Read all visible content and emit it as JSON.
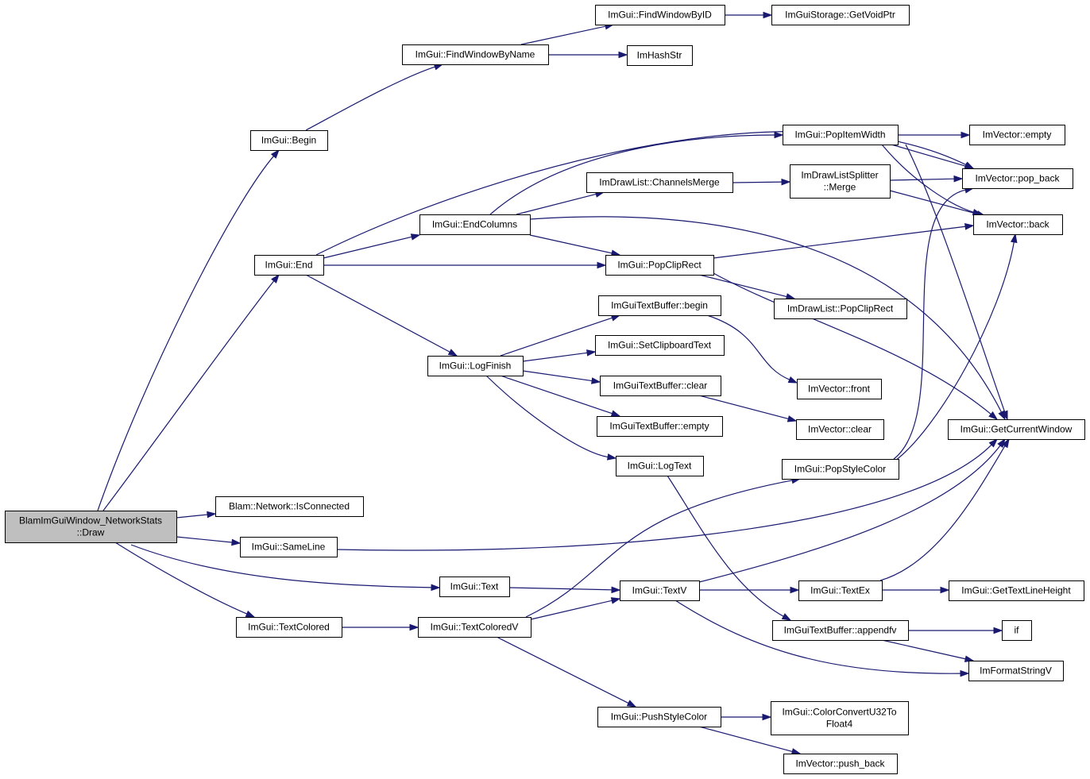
{
  "colors": {
    "edge": "#191970",
    "node_border": "#000000",
    "root_fill": "#bfbfbf",
    "node_fill": "#ffffff"
  },
  "nodes": [
    {
      "id": "draw",
      "lines": [
        "BlamImGuiWindow_NetworkStats",
        "::Draw"
      ],
      "root": true
    },
    {
      "id": "begin",
      "lines": [
        "ImGui::Begin"
      ]
    },
    {
      "id": "findwindowbyname",
      "lines": [
        "ImGui::FindWindowByName"
      ]
    },
    {
      "id": "findwindowbyid",
      "lines": [
        "ImGui::FindWindowByID"
      ]
    },
    {
      "id": "getvoidptr",
      "lines": [
        "ImGuiStorage::GetVoidPtr"
      ]
    },
    {
      "id": "imhashstr",
      "lines": [
        "ImHashStr"
      ]
    },
    {
      "id": "end",
      "lines": [
        "ImGui::End"
      ]
    },
    {
      "id": "endcolumns",
      "lines": [
        "ImGui::EndColumns"
      ]
    },
    {
      "id": "channelsmerge",
      "lines": [
        "ImDrawList::ChannelsMerge"
      ]
    },
    {
      "id": "splittermerge",
      "lines": [
        "ImDrawListSplitter",
        "::Merge"
      ]
    },
    {
      "id": "popitemwidth",
      "lines": [
        "ImGui::PopItemWidth"
      ]
    },
    {
      "id": "vecempty",
      "lines": [
        "ImVector::empty"
      ]
    },
    {
      "id": "popback",
      "lines": [
        "ImVector::pop_back"
      ]
    },
    {
      "id": "vecback",
      "lines": [
        "ImVector::back"
      ]
    },
    {
      "id": "popcliprect",
      "lines": [
        "ImGui::PopClipRect"
      ]
    },
    {
      "id": "dlpopcliprect",
      "lines": [
        "ImDrawList::PopClipRect"
      ]
    },
    {
      "id": "tbbegin",
      "lines": [
        "ImGuiTextBuffer::begin"
      ]
    },
    {
      "id": "setclipboard",
      "lines": [
        "ImGui::SetClipboardText"
      ]
    },
    {
      "id": "logfinish",
      "lines": [
        "ImGui::LogFinish"
      ]
    },
    {
      "id": "tbclear",
      "lines": [
        "ImGuiTextBuffer::clear"
      ]
    },
    {
      "id": "tbempty",
      "lines": [
        "ImGuiTextBuffer::empty"
      ]
    },
    {
      "id": "vecfront",
      "lines": [
        "ImVector::front"
      ]
    },
    {
      "id": "vecclear",
      "lines": [
        "ImVector::clear"
      ]
    },
    {
      "id": "getcurrentwindow",
      "lines": [
        "ImGui::GetCurrentWindow"
      ]
    },
    {
      "id": "logtext",
      "lines": [
        "ImGui::LogText"
      ]
    },
    {
      "id": "popstylecolor",
      "lines": [
        "ImGui::PopStyleColor"
      ]
    },
    {
      "id": "isconnected",
      "lines": [
        "Blam::Network::IsConnected"
      ]
    },
    {
      "id": "sameline",
      "lines": [
        "ImGui::SameLine"
      ]
    },
    {
      "id": "text",
      "lines": [
        "ImGui::Text"
      ]
    },
    {
      "id": "textv",
      "lines": [
        "ImGui::TextV"
      ]
    },
    {
      "id": "textex",
      "lines": [
        "ImGui::TextEx"
      ]
    },
    {
      "id": "gettextlineheight",
      "lines": [
        "ImGui::GetTextLineHeight"
      ]
    },
    {
      "id": "textcolored",
      "lines": [
        "ImGui::TextColored"
      ]
    },
    {
      "id": "textcoloredv",
      "lines": [
        "ImGui::TextColoredV"
      ]
    },
    {
      "id": "appendfv",
      "lines": [
        "ImGuiTextBuffer::appendfv"
      ]
    },
    {
      "id": "if",
      "lines": [
        "if"
      ]
    },
    {
      "id": "imformatstringv",
      "lines": [
        "ImFormatStringV"
      ]
    },
    {
      "id": "pushstylecolor",
      "lines": [
        "ImGui::PushStyleColor"
      ]
    },
    {
      "id": "colorconvert",
      "lines": [
        "ImGui::ColorConvertU32To",
        "Float4"
      ]
    },
    {
      "id": "pushback",
      "lines": [
        "ImVector::push_back"
      ]
    }
  ],
  "edges": [
    [
      "draw",
      "begin"
    ],
    [
      "draw",
      "end"
    ],
    [
      "draw",
      "isconnected"
    ],
    [
      "draw",
      "sameline"
    ],
    [
      "draw",
      "text"
    ],
    [
      "draw",
      "textcolored"
    ],
    [
      "begin",
      "findwindowbyname"
    ],
    [
      "findwindowbyname",
      "findwindowbyid"
    ],
    [
      "findwindowbyname",
      "imhashstr"
    ],
    [
      "findwindowbyid",
      "getvoidptr"
    ],
    [
      "end",
      "endcolumns"
    ],
    [
      "end",
      "popcliprect"
    ],
    [
      "end",
      "logfinish"
    ],
    [
      "end",
      "popback"
    ],
    [
      "endcolumns",
      "channelsmerge"
    ],
    [
      "endcolumns",
      "popitemwidth"
    ],
    [
      "endcolumns",
      "popcliprect"
    ],
    [
      "endcolumns",
      "getcurrentwindow"
    ],
    [
      "channelsmerge",
      "splittermerge"
    ],
    [
      "splittermerge",
      "popback"
    ],
    [
      "splittermerge",
      "vecback"
    ],
    [
      "popitemwidth",
      "vecempty"
    ],
    [
      "popitemwidth",
      "popback"
    ],
    [
      "popitemwidth",
      "vecback"
    ],
    [
      "popitemwidth",
      "getcurrentwindow"
    ],
    [
      "popcliprect",
      "vecback"
    ],
    [
      "popcliprect",
      "dlpopcliprect"
    ],
    [
      "popcliprect",
      "getcurrentwindow"
    ],
    [
      "logfinish",
      "tbbegin"
    ],
    [
      "logfinish",
      "setclipboard"
    ],
    [
      "logfinish",
      "tbclear"
    ],
    [
      "logfinish",
      "tbempty"
    ],
    [
      "logfinish",
      "logtext"
    ],
    [
      "tbbegin",
      "vecfront"
    ],
    [
      "tbclear",
      "vecclear"
    ],
    [
      "logtext",
      "appendfv"
    ],
    [
      "popstylecolor",
      "popback"
    ],
    [
      "popstylecolor",
      "vecback"
    ],
    [
      "sameline",
      "getcurrentwindow"
    ],
    [
      "text",
      "textv"
    ],
    [
      "textv",
      "getcurrentwindow"
    ],
    [
      "textv",
      "textex"
    ],
    [
      "textv",
      "imformatstringv"
    ],
    [
      "textex",
      "gettextlineheight"
    ],
    [
      "textex",
      "getcurrentwindow"
    ],
    [
      "textcolored",
      "textcoloredv"
    ],
    [
      "textcoloredv",
      "textv"
    ],
    [
      "textcoloredv",
      "popstylecolor"
    ],
    [
      "textcoloredv",
      "pushstylecolor"
    ],
    [
      "appendfv",
      "if"
    ],
    [
      "appendfv",
      "imformatstringv"
    ],
    [
      "pushstylecolor",
      "colorconvert"
    ],
    [
      "pushstylecolor",
      "pushback"
    ]
  ]
}
